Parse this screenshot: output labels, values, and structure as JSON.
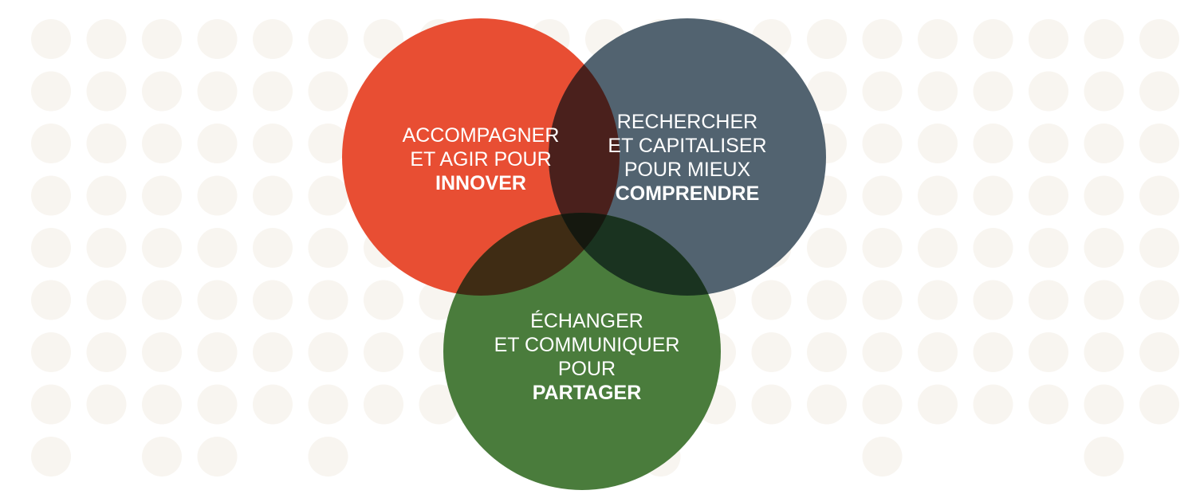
{
  "colors": {
    "background": "#ffffff",
    "dot": "#f8f5f0",
    "red": "#e84e33",
    "slate": "#526370",
    "green": "#4a7c3c",
    "red_slate_overlap": "#4a201c",
    "red_green_overlap": "#3f2c14",
    "slate_green_overlap": "#1a3320",
    "center_overlap": "#15180f"
  },
  "circles": {
    "innover": {
      "lines": [
        "ACCOMPAGNER",
        "ET AGIR POUR"
      ],
      "keyword": "INNOVER"
    },
    "comprendre": {
      "lines": [
        "RECHERCHER",
        "ET CAPITALISER",
        "POUR MIEUX"
      ],
      "keyword": "COMPRENDRE"
    },
    "partager": {
      "lines": [
        "ÉCHANGER",
        "ET COMMUNIQUER",
        "POUR"
      ],
      "keyword": "PARTAGER"
    }
  }
}
